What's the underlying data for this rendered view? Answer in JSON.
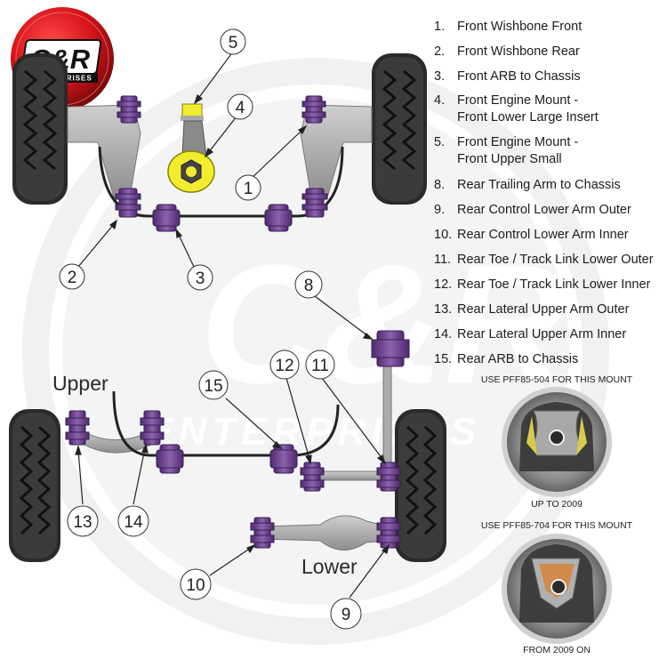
{
  "logo": {
    "brand": "C&R",
    "sub": "ENTERPRISES"
  },
  "watermark": {
    "brand": "C&R",
    "sub": "ENTERPRISES"
  },
  "parts_list": [
    {
      "num": "1.",
      "label": "Front Wishbone Front"
    },
    {
      "num": "2.",
      "label": "Front Wishbone Rear"
    },
    {
      "num": "3.",
      "label": "Front ARB to Chassis"
    },
    {
      "num": "4.",
      "label": "Front Engine Mount -\nFront Lower Large Insert"
    },
    {
      "num": "5.",
      "label": "Front Engine Mount -\nFront Upper Small"
    },
    {
      "num": "8.",
      "label": "Rear Trailing Arm to Chassis"
    },
    {
      "num": "9.",
      "label": "Rear Control Lower Arm Outer"
    },
    {
      "num": "10.",
      "label": "Rear Control Lower Arm Inner"
    },
    {
      "num": "11.",
      "label": "Rear Toe / Track Link Lower Outer"
    },
    {
      "num": "12.",
      "label": "Rear Toe / Track Link Lower Inner"
    },
    {
      "num": "13.",
      "label": "Rear Lateral Upper Arm Outer"
    },
    {
      "num": "14.",
      "label": "Rear Lateral Upper Arm Inner"
    },
    {
      "num": "15.",
      "label": "Rear ARB to Chassis"
    }
  ],
  "callouts": [
    "1",
    "2",
    "3",
    "4",
    "5",
    "8",
    "9",
    "10",
    "11",
    "12",
    "13",
    "14",
    "15"
  ],
  "labels": {
    "upper": "Upper",
    "lower": "Lower"
  },
  "mount_1": {
    "heading": "USE PFF85-504 FOR THIS MOUNT",
    "caption": "UP TO 2009"
  },
  "mount_2": {
    "heading": "USE PFF85-704 FOR THIS MOUNT",
    "caption": "FROM 2009 ON"
  },
  "colors": {
    "bush": "#6a3d8c",
    "bush_light": "#8c62b0",
    "engine_mount": "#f2ec2e",
    "logo_red": "#d7141a",
    "arm": "#b4b4b4"
  }
}
